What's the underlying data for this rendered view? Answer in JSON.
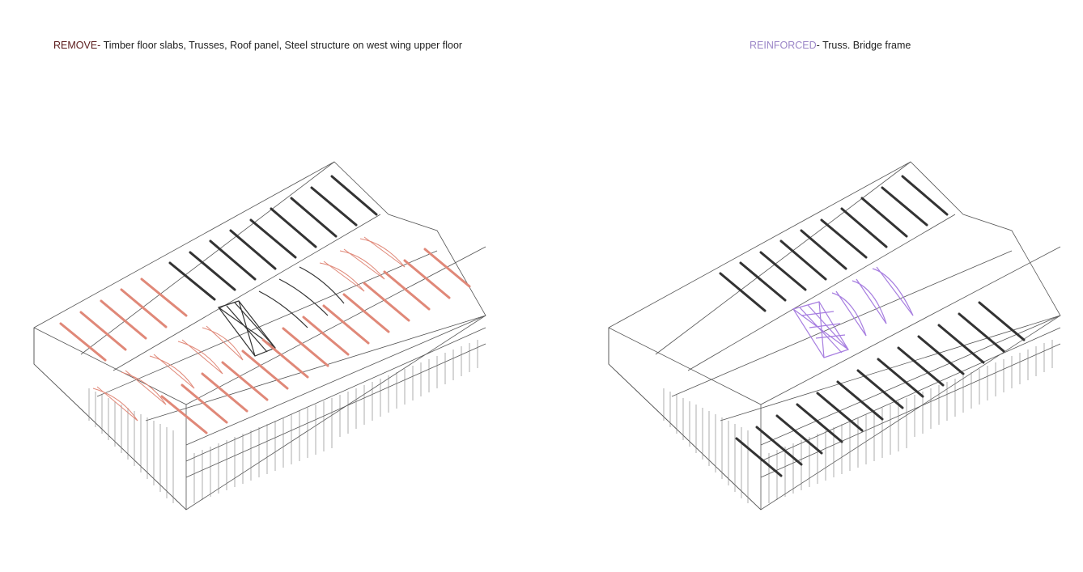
{
  "captions": {
    "left": {
      "keyword": "REMOVE-",
      "text": " Timber floor slabs, Trusses, Roof panel, Steel structure on west wing upper floor"
    },
    "right": {
      "keyword": "REINFORCED",
      "text": "- Truss. Bridge frame"
    }
  },
  "colors": {
    "remove_accent": "#5a1a1a",
    "remove_elements": "#e08878",
    "reinforced_accent": "#9b86c7",
    "reinforced_elements": "#a77ee0",
    "linework": "#555555",
    "steel": "#333333"
  },
  "icons": {
    "left_diagram": "axonometric-building-remove",
    "right_diagram": "axonometric-building-reinforced"
  }
}
